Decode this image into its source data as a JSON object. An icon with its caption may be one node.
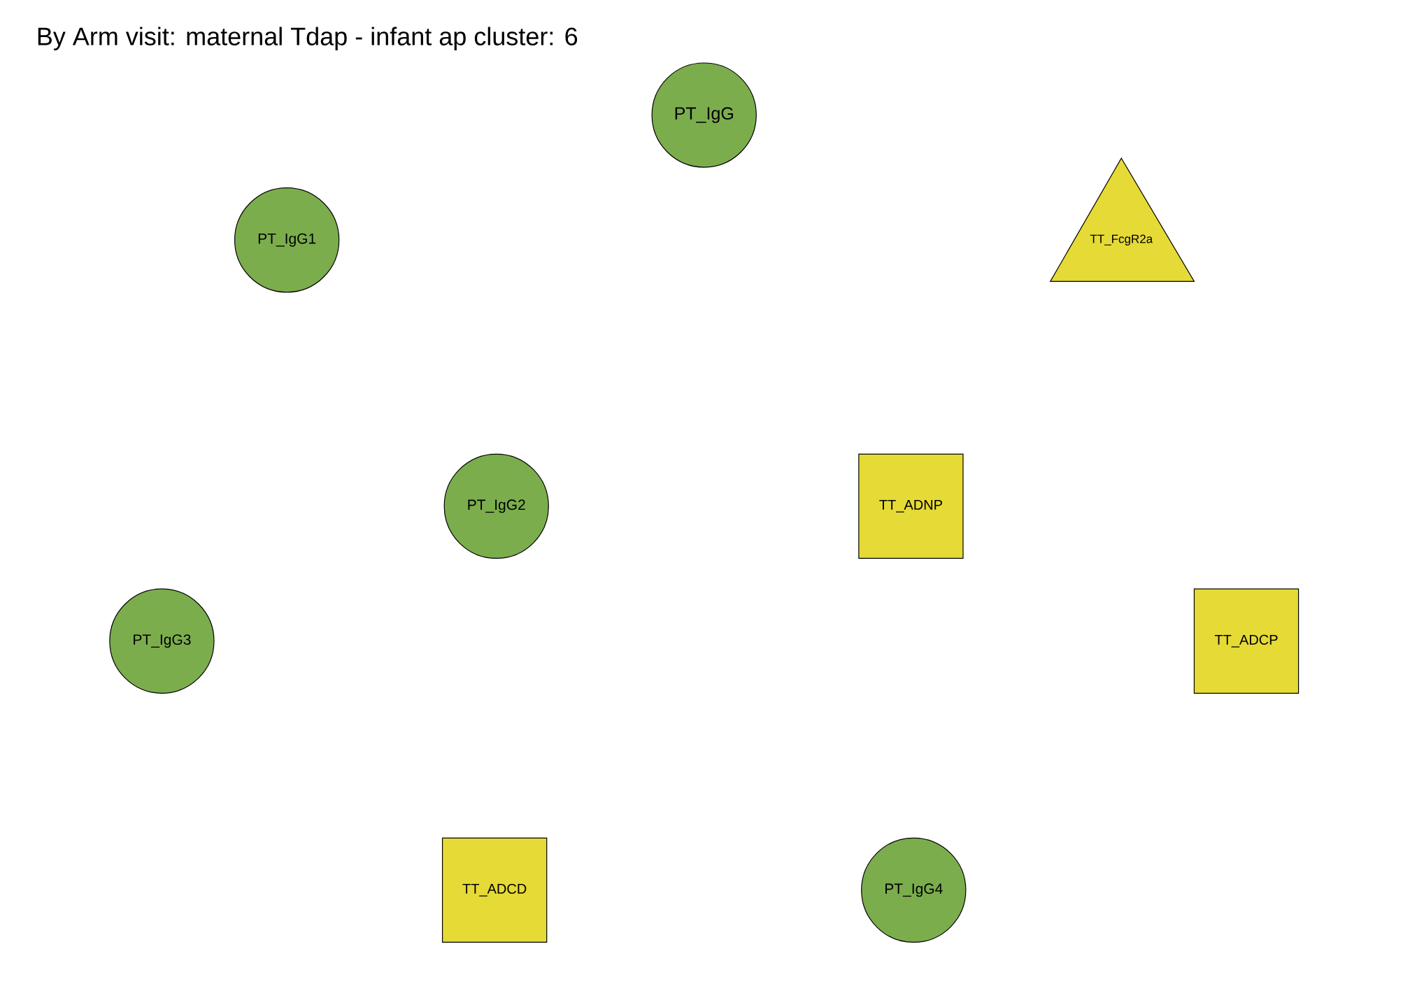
{
  "diagram": {
    "title": "By Arm visit: maternal Tdap - infant ap cluster: 6",
    "nodes": [
      {
        "text": [
          "PT_IgG"
        ]
      },
      {
        "text": [
          "TT_FcgR2a"
        ]
      },
      {
        "text": [
          "PT_IgG1"
        ]
      },
      {
        "text": [
          "PT_IgG2"
        ]
      },
      {
        "text": [
          "TT_ADNP"
        ]
      },
      {
        "text": [
          "PT_IgG3"
        ]
      },
      {
        "text": [
          "TT_ADCP"
        ]
      },
      {
        "text": [
          "TT_ADCD"
        ]
      },
      {
        "text": [
          "PT_IgG4"
        ]
      }
    ]
  }
}
